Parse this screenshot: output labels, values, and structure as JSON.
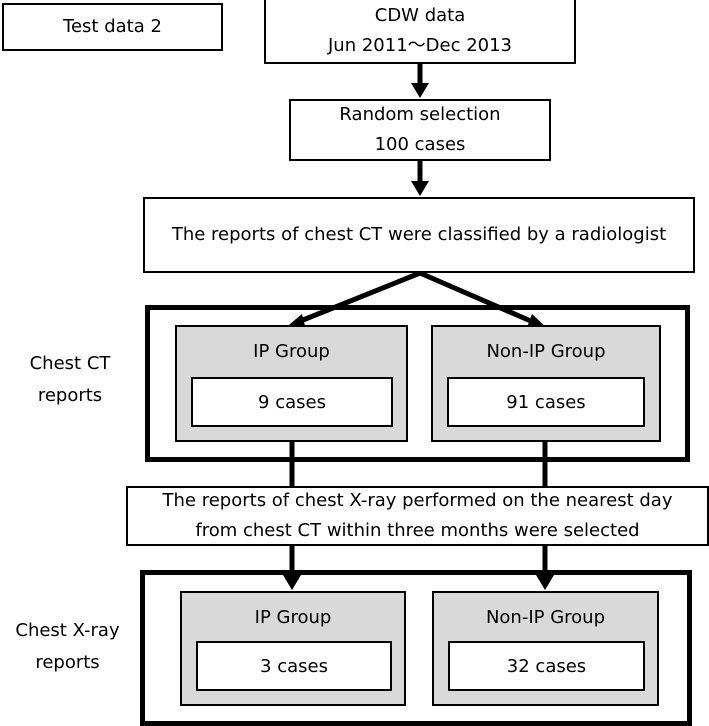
{
  "test_label": "Test data 2",
  "source": {
    "line1": "CDW data",
    "line2": "Jun 2011〜Dec 2013"
  },
  "selection": {
    "line1": "Random selection",
    "line2": "100 cases"
  },
  "classification": "The reports of chest CT were classified by a radiologist",
  "ct_section": {
    "label_line1": "Chest CT",
    "label_line2": "reports",
    "ip_group": {
      "title": "IP Group",
      "count": "9 cases"
    },
    "non_ip_group": {
      "title": "Non-IP Group",
      "count": "91 cases"
    }
  },
  "xray_selection": {
    "line1": "The reports of chest X-ray performed on the nearest day",
    "line2": "from chest CT within three months were selected"
  },
  "xray_section": {
    "label_line1": "Chest X-ray",
    "label_line2": "reports",
    "ip_group": {
      "title": "IP Group",
      "count": "3 cases"
    },
    "non_ip_group": {
      "title": "Non-IP Group",
      "count": "32 cases"
    }
  }
}
